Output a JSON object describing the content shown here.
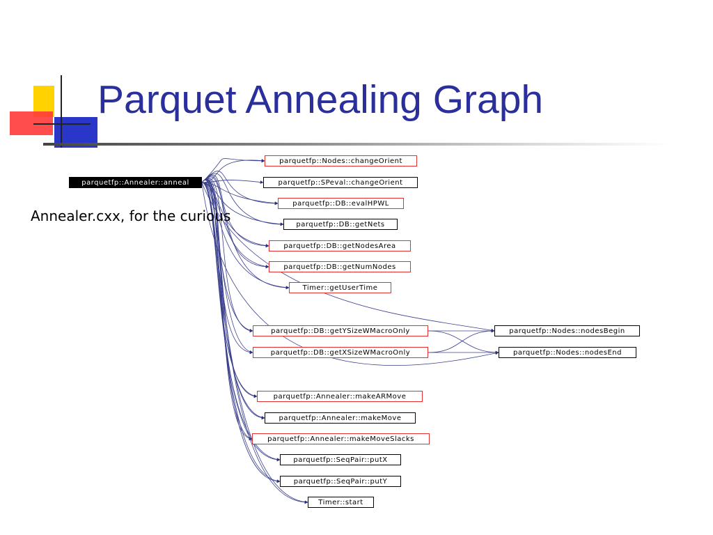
{
  "slide": {
    "title": "Parquet Annealing Graph",
    "subtitle": "Annealer.cxx, for the curious",
    "colors": {
      "title": "#2a2f9c",
      "accent_yellow": "#ffd200",
      "accent_blue": "#2a36c8",
      "accent_red": "#ff3a3a"
    }
  },
  "graph": {
    "root": "parquetfp::Annealer::anneal",
    "callees": [
      "parquetfp::Nodes::changeOrient",
      "parquetfp::SPeval::changeOrient",
      "parquetfp::DB::evalHPWL",
      "parquetfp::DB::getNets",
      "parquetfp::DB::getNodesArea",
      "parquetfp::DB::getNumNodes",
      "Timer::getUserTime",
      "parquetfp::DB::getYSizeWMacroOnly",
      "parquetfp::DB::getXSizeWMacroOnly",
      "parquetfp::Annealer::makeARMove",
      "parquetfp::Annealer::makeMove",
      "parquetfp::Annealer::makeMoveSlacks",
      "parquetfp::SeqPair::putX",
      "parquetfp::SeqPair::putY",
      "Timer::start"
    ],
    "secondary": [
      "parquetfp::Nodes::nodesBegin",
      "parquetfp::Nodes::nodesEnd"
    ]
  }
}
